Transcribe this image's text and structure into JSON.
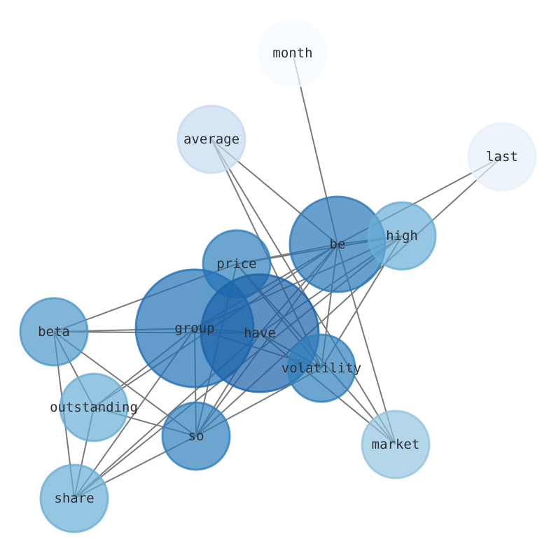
{
  "chart_data": {
    "type": "network",
    "title": "",
    "nodes": [
      {
        "id": "month",
        "color": "#f7fbff"
      },
      {
        "id": "average",
        "color": "#c6dbef"
      },
      {
        "id": "last",
        "color": "#e6eff9"
      },
      {
        "id": "be",
        "color": "#2878b8"
      },
      {
        "id": "high",
        "color": "#6aaed6"
      },
      {
        "id": "price",
        "color": "#2f7fbe"
      },
      {
        "id": "group",
        "color": "#2171b5"
      },
      {
        "id": "have",
        "color": "#1a63a8"
      },
      {
        "id": "beta",
        "color": "#4b97c9"
      },
      {
        "id": "volatility",
        "color": "#2f7fbe"
      },
      {
        "id": "outstanding",
        "color": "#6aaed6"
      },
      {
        "id": "so",
        "color": "#2f7fbe"
      },
      {
        "id": "market",
        "color": "#94c4df"
      },
      {
        "id": "share",
        "color": "#6aaed6"
      }
    ],
    "edges": [
      [
        "month",
        "be"
      ],
      [
        "average",
        "be"
      ],
      [
        "average",
        "volatility"
      ],
      [
        "average",
        "market"
      ],
      [
        "last",
        "be"
      ],
      [
        "last",
        "so"
      ],
      [
        "be",
        "high"
      ],
      [
        "be",
        "price"
      ],
      [
        "be",
        "group"
      ],
      [
        "be",
        "have"
      ],
      [
        "be",
        "so"
      ],
      [
        "be",
        "volatility"
      ],
      [
        "be",
        "market"
      ],
      [
        "be",
        "outstanding"
      ],
      [
        "high",
        "price"
      ],
      [
        "high",
        "group"
      ],
      [
        "high",
        "have"
      ],
      [
        "high",
        "share"
      ],
      [
        "high",
        "volatility"
      ],
      [
        "price",
        "volatility"
      ],
      [
        "price",
        "market"
      ],
      [
        "price",
        "so"
      ],
      [
        "price",
        "beta"
      ],
      [
        "group",
        "beta"
      ],
      [
        "group",
        "have"
      ],
      [
        "group",
        "so"
      ],
      [
        "group",
        "share"
      ],
      [
        "group",
        "outstanding"
      ],
      [
        "group",
        "volatility"
      ],
      [
        "have",
        "beta"
      ],
      [
        "have",
        "share"
      ],
      [
        "have",
        "so"
      ],
      [
        "have",
        "market"
      ],
      [
        "have",
        "volatility"
      ],
      [
        "beta",
        "outstanding"
      ],
      [
        "beta",
        "share"
      ],
      [
        "beta",
        "so"
      ],
      [
        "outstanding",
        "so"
      ],
      [
        "outstanding",
        "share"
      ],
      [
        "so",
        "share"
      ],
      [
        "so",
        "volatility"
      ]
    ]
  }
}
